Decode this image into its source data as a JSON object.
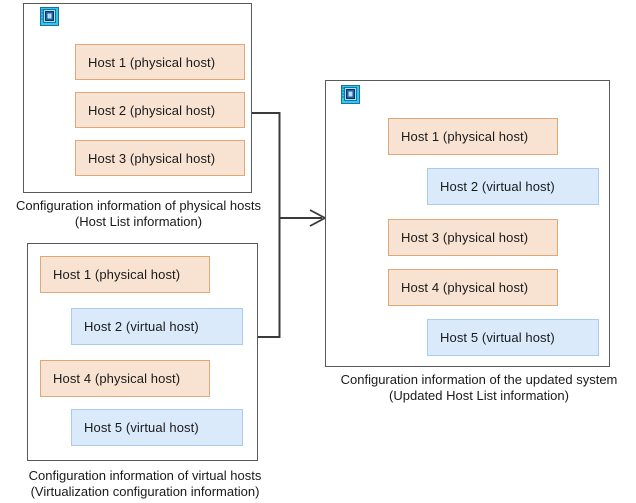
{
  "diagram": {
    "title_icon": "server-icon",
    "colors": {
      "physical_fill": "#f8e3d2",
      "physical_border": "#e0a877",
      "virtual_fill": "#daeafb",
      "virtual_border": "#a4cdef",
      "panel_border": "#5a5a5a",
      "connector": "#3a3a3a",
      "text": "#1a1a1a"
    },
    "panels": [
      {
        "id": "physical-hosts",
        "has_icon": true,
        "caption_line1": "Configuration information of physical hosts",
        "caption_line2": "(Host List information)",
        "nodes": [
          {
            "label": "Host 1 (physical host)",
            "kind": "physical"
          },
          {
            "label": "Host 2 (physical host)",
            "kind": "physical"
          },
          {
            "label": "Host 3 (physical host)",
            "kind": "physical"
          }
        ]
      },
      {
        "id": "virtual-hosts",
        "has_icon": false,
        "caption_line1": "Configuration information of virtual hosts",
        "caption_line2": "(Virtualization configuration information)",
        "nodes": [
          {
            "label": "Host 1 (physical host)",
            "kind": "physical"
          },
          {
            "label": "Host 2 (virtual host)",
            "kind": "virtual"
          },
          {
            "label": "Host 4 (physical host)",
            "kind": "physical"
          },
          {
            "label": "Host 5 (virtual host)",
            "kind": "virtual"
          }
        ]
      },
      {
        "id": "updated-system",
        "has_icon": true,
        "caption_line1": "Configuration information of the updated system",
        "caption_line2": "(Updated Host List information)",
        "nodes": [
          {
            "label": "Host 1 (physical host)",
            "kind": "physical"
          },
          {
            "label": "Host 2 (virtual host)",
            "kind": "virtual"
          },
          {
            "label": "Host 3 (physical host)",
            "kind": "physical"
          },
          {
            "label": "Host 4 (physical host)",
            "kind": "physical"
          },
          {
            "label": "Host 5 (virtual host)",
            "kind": "virtual"
          }
        ]
      }
    ],
    "merge_arrow": {
      "name": "merge-arrow",
      "direction": "right"
    }
  }
}
